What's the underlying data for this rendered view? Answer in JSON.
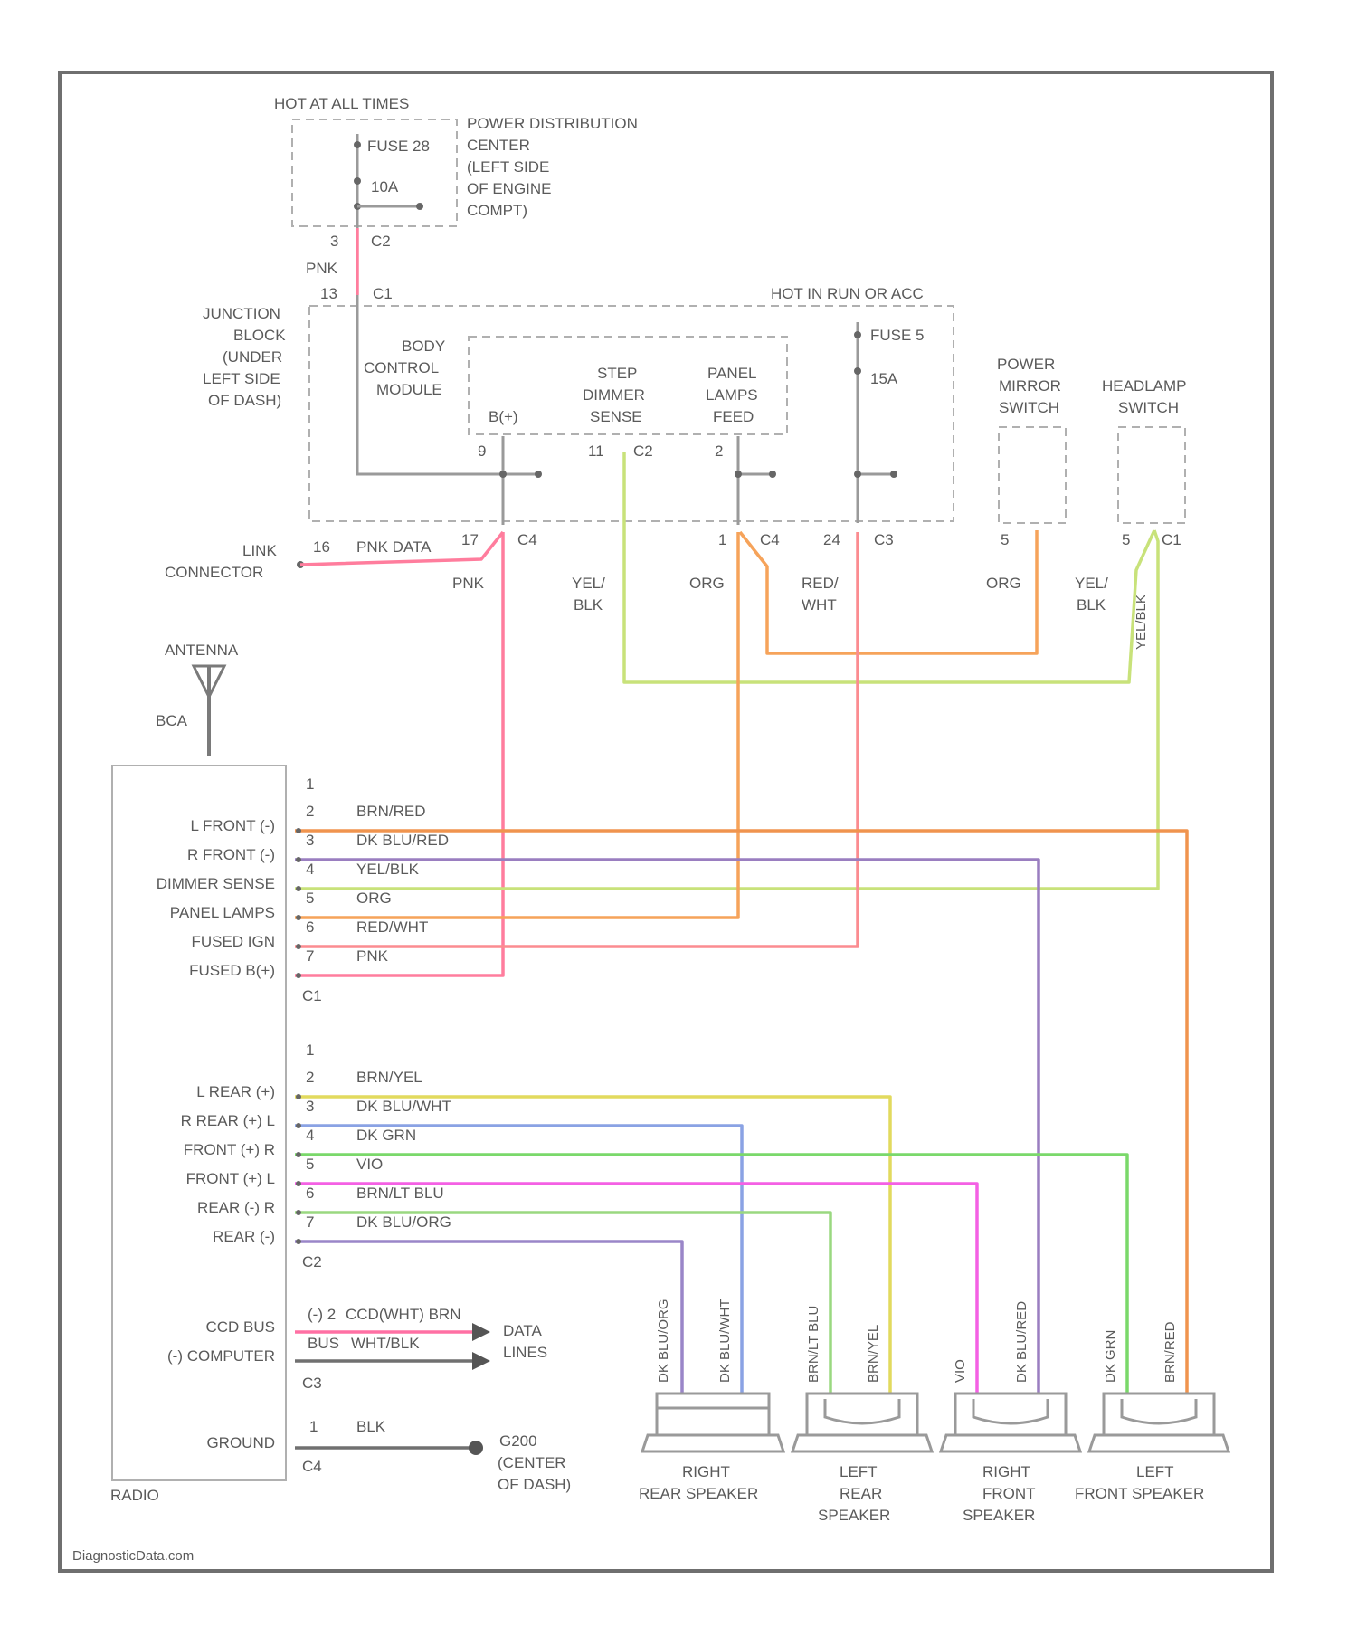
{
  "watermark": "DiagnosticData.com",
  "colors": {
    "pnk": "#ff7d9d",
    "org": "#f6a35a",
    "yel_blk": "#c8e27a",
    "red_wht": "#fb8c90",
    "brn_red": "#f0944e",
    "dk_blu_red": "#9a7ec0",
    "brn_yel": "#e2da5e",
    "dk_blu_wht": "#8aa2e4",
    "dk_grn": "#7ad86a",
    "vio": "#f460e4",
    "brn_lt_blu": "#9ad880",
    "dk_blu_org": "#9a86c8",
    "ccd_bus": "#ff70a4",
    "blk": "#707070"
  },
  "pdc": {
    "header": "HOT AT ALL TIMES",
    "fuse": "FUSE 28",
    "amps": "10A",
    "desc": [
      "POWER DISTRIBUTION",
      "CENTER",
      "(LEFT SIDE",
      "OF ENGINE",
      "COMPT)"
    ],
    "pin": "3",
    "connector": "C2"
  },
  "wire_pnk": "PNK",
  "junction_block": {
    "desc": [
      "JUNCTION",
      "BLOCK",
      "(UNDER",
      "LEFT SIDE",
      "OF DASH)"
    ],
    "pin_top": "13",
    "connector_top": "C1",
    "hot_label": "HOT IN RUN OR ACC",
    "fuse": "FUSE 5",
    "amps": "15A",
    "bcm": [
      "BODY",
      "CONTROL",
      "MODULE"
    ],
    "bplus": "B(+)",
    "step_dimmer": [
      "STEP",
      "DIMMER",
      "SENSE"
    ],
    "panel_lamps": [
      "PANEL",
      "LAMPS",
      "FEED"
    ],
    "pin_bplus": "9",
    "pin_step": "11",
    "c2": "C2",
    "pin_panel": "2",
    "pin_c4_left": "17",
    "c4a": "C4",
    "pin_c4_right": "1",
    "c4b": "C4",
    "pin_c3": "24",
    "c3": "C3"
  },
  "power_mirror": {
    "label": [
      "POWER",
      "MIRROR",
      "SWITCH"
    ],
    "pin": "5"
  },
  "headlamp": {
    "label": [
      "HEADLAMP",
      "SWITCH"
    ],
    "pin": "5",
    "connector": "C1"
  },
  "link": {
    "label": [
      "LINK",
      "CONNECTOR"
    ],
    "pin": "16",
    "wire": "PNK DATA"
  },
  "mid_labels": {
    "pnk": "PNK",
    "yel": "YEL/",
    "blk": "BLK",
    "org": "ORG",
    "red": "RED/",
    "wht": "WHT",
    "org2": "ORG",
    "yel2": "YEL/",
    "blk2": "BLK",
    "vert": "YEL/BLK"
  },
  "antenna": {
    "label": "ANTENNA",
    "wire": "BCA"
  },
  "radio": {
    "name": "RADIO",
    "c1": {
      "connector": "C1",
      "pins": [
        "1",
        "2",
        "3",
        "4",
        "5",
        "6",
        "7"
      ],
      "labels": [
        "L FRONT (-)",
        "R FRONT (-)",
        "DIMMER SENSE",
        "PANEL LAMPS",
        "FUSED IGN",
        "FUSED B(+)"
      ],
      "wires": [
        "BRN/RED",
        "DK BLU/RED",
        "YEL/BLK",
        "ORG",
        "RED/WHT",
        "PNK"
      ]
    },
    "c2": {
      "connector": "C2",
      "pins": [
        "1",
        "2",
        "3",
        "4",
        "5",
        "6",
        "7"
      ],
      "labels": [
        "L REAR (+)",
        "R REAR (+) L",
        "FRONT (+) R",
        "FRONT (+) L",
        "REAR (-) R",
        "REAR (-)"
      ],
      "wires": [
        "BRN/YEL",
        "DK BLU/WHT",
        "DK GRN",
        "VIO",
        "BRN/LT BLU",
        "DK BLU/ORG"
      ]
    },
    "c3": {
      "connector": "C3",
      "labels": [
        "CCD BUS",
        "(-) COMPUTER"
      ],
      "pins": [
        "(-) 2",
        "BUS"
      ],
      "wires": [
        "CCD(WHT) BRN",
        "WHT/BLK"
      ],
      "data_lines": [
        "DATA",
        "LINES"
      ]
    },
    "c4": {
      "connector": "C4",
      "label": "GROUND",
      "pin": "1",
      "wire": "BLK",
      "gnd": [
        "G200",
        "(CENTER",
        "OF DASH)"
      ]
    }
  },
  "speakers": [
    {
      "name": [
        "RIGHT",
        "REAR SPEAKER"
      ],
      "wires": [
        "DK BLU/ORG",
        "DK BLU/WHT"
      ]
    },
    {
      "name": [
        "LEFT",
        "REAR",
        "SPEAKER"
      ],
      "wires": [
        "BRN/LT BLU",
        "BRN/YEL"
      ]
    },
    {
      "name": [
        "RIGHT",
        "FRONT",
        "SPEAKER"
      ],
      "wires": [
        "VIO",
        "DK BLU/RED"
      ]
    },
    {
      "name": [
        "LEFT",
        "FRONT SPEAKER"
      ],
      "wires": [
        "DK GRN",
        "BRN/RED"
      ]
    }
  ]
}
